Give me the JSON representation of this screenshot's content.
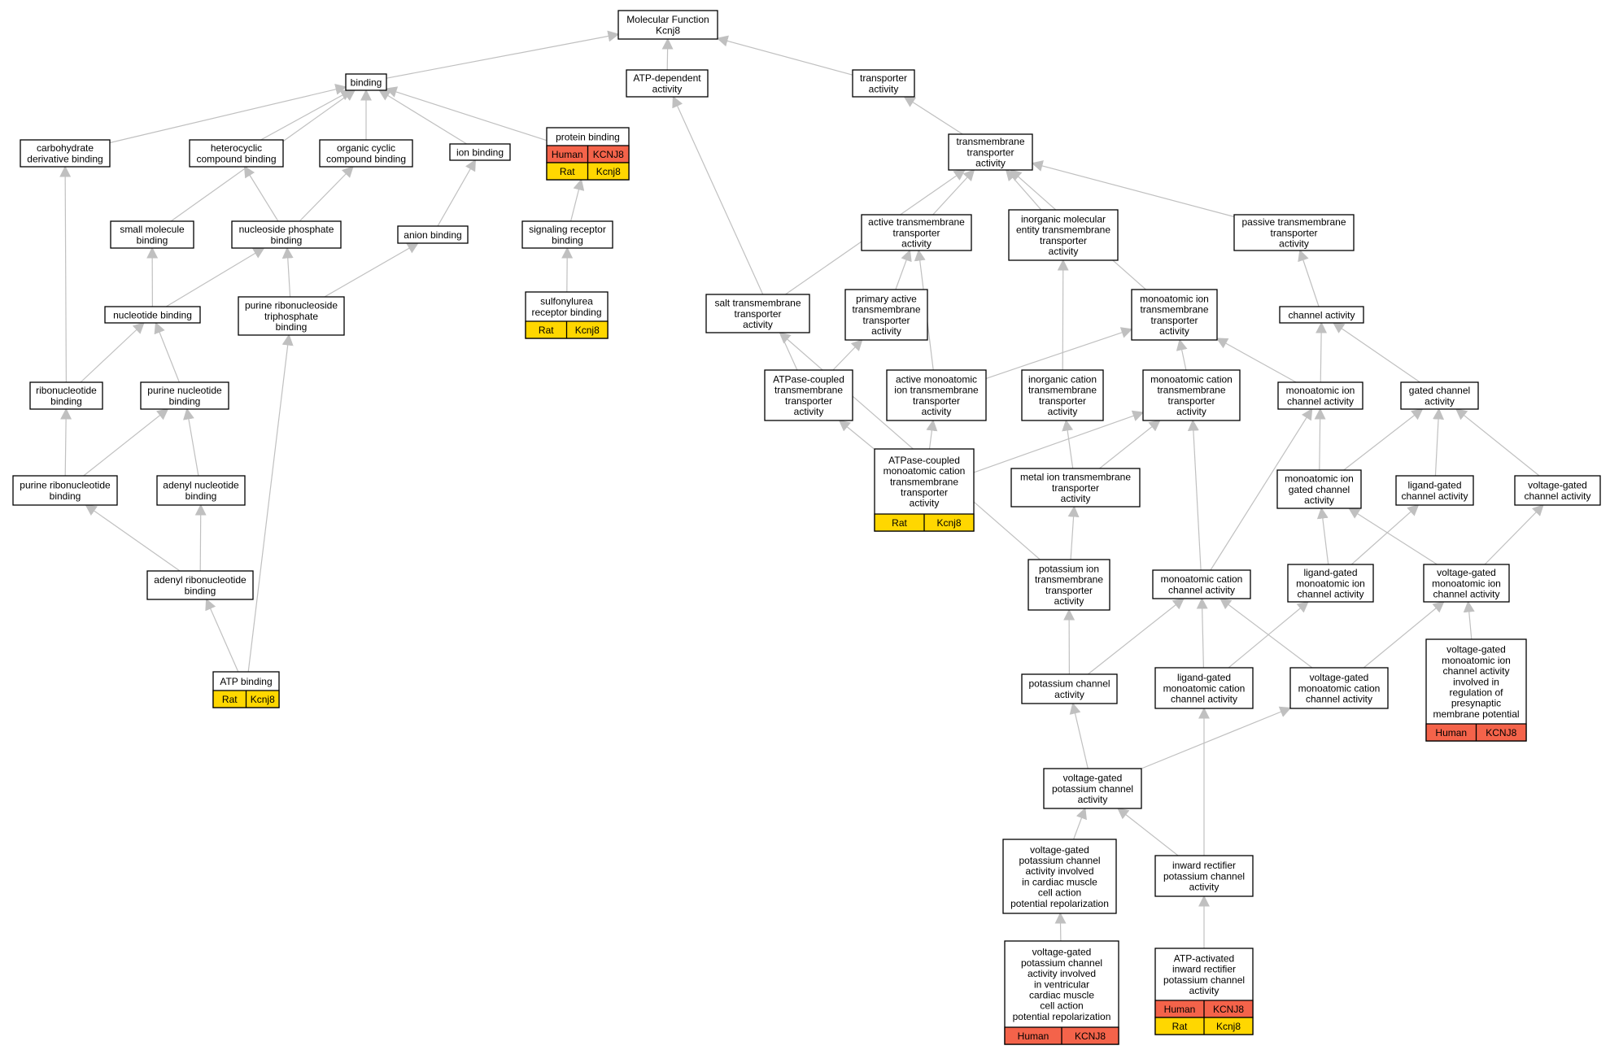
{
  "colors": {
    "edge": "#c0c0c0",
    "node_border": "#000000",
    "node_fill": "#ffffff",
    "human": "#f4634a",
    "rat": "#ffd700"
  },
  "nodes": [
    {
      "id": "mf",
      "lines": [
        "Molecular Function",
        "Kcnj8"
      ]
    },
    {
      "id": "binding",
      "lines": [
        "binding"
      ]
    },
    {
      "id": "atpdep",
      "lines": [
        "ATP-dependent",
        "activity"
      ]
    },
    {
      "id": "transporter",
      "lines": [
        "transporter",
        "activity"
      ]
    },
    {
      "id": "carb",
      "lines": [
        "carbohydrate",
        "derivative binding"
      ]
    },
    {
      "id": "hetero",
      "lines": [
        "heterocyclic",
        "compound binding"
      ]
    },
    {
      "id": "orgcyc",
      "lines": [
        "organic cyclic",
        "compound binding"
      ]
    },
    {
      "id": "ion",
      "lines": [
        "ion binding"
      ]
    },
    {
      "id": "protein",
      "lines": [
        "protein binding"
      ],
      "species": [
        [
          "Human",
          "KCNJ8"
        ],
        [
          "Rat",
          "Kcnj8"
        ]
      ]
    },
    {
      "id": "tmt",
      "lines": [
        "transmembrane",
        "transporter",
        "activity"
      ]
    },
    {
      "id": "smallmol",
      "lines": [
        "small molecule",
        "binding"
      ]
    },
    {
      "id": "nucphos",
      "lines": [
        "nucleoside phosphate",
        "binding"
      ]
    },
    {
      "id": "anion",
      "lines": [
        "anion binding"
      ]
    },
    {
      "id": "sigrec",
      "lines": [
        "signaling receptor",
        "binding"
      ]
    },
    {
      "id": "activetmt",
      "lines": [
        "active transmembrane",
        "transporter",
        "activity"
      ]
    },
    {
      "id": "inorgmol",
      "lines": [
        "inorganic molecular",
        "entity transmembrane",
        "transporter",
        "activity"
      ]
    },
    {
      "id": "passive",
      "lines": [
        "passive transmembrane",
        "transporter",
        "activity"
      ]
    },
    {
      "id": "nucleotide",
      "lines": [
        "nucleotide binding"
      ]
    },
    {
      "id": "purribotri",
      "lines": [
        "purine ribonucleoside",
        "triphosphate",
        "binding"
      ]
    },
    {
      "id": "sulfonyl",
      "lines": [
        "sulfonylurea",
        "receptor binding"
      ],
      "species": [
        [
          "Rat",
          "Kcnj8"
        ]
      ]
    },
    {
      "id": "salt",
      "lines": [
        "salt transmembrane",
        "transporter",
        "activity"
      ]
    },
    {
      "id": "primactive",
      "lines": [
        "primary active",
        "transmembrane",
        "transporter",
        "activity"
      ]
    },
    {
      "id": "monoiontmt",
      "lines": [
        "monoatomic ion",
        "transmembrane",
        "transporter",
        "activity"
      ]
    },
    {
      "id": "channel",
      "lines": [
        "channel activity"
      ]
    },
    {
      "id": "ribonuc",
      "lines": [
        "ribonucleotide",
        "binding"
      ]
    },
    {
      "id": "purinenuc",
      "lines": [
        "purine nucleotide",
        "binding"
      ]
    },
    {
      "id": "atpasecoupled",
      "lines": [
        "ATPase-coupled",
        "transmembrane",
        "transporter",
        "activity"
      ]
    },
    {
      "id": "activemono",
      "lines": [
        "active monoatomic",
        "ion transmembrane",
        "transporter",
        "activity"
      ]
    },
    {
      "id": "inorgcation",
      "lines": [
        "inorganic cation",
        "transmembrane",
        "transporter",
        "activity"
      ]
    },
    {
      "id": "monocationtmt",
      "lines": [
        "monoatomic cation",
        "transmembrane",
        "transporter",
        "activity"
      ]
    },
    {
      "id": "monoionchan",
      "lines": [
        "monoatomic ion",
        "channel activity"
      ]
    },
    {
      "id": "gated",
      "lines": [
        "gated channel",
        "activity"
      ]
    },
    {
      "id": "purribonuc",
      "lines": [
        "purine ribonucleotide",
        "binding"
      ]
    },
    {
      "id": "adenylnuc",
      "lines": [
        "adenyl nucleotide",
        "binding"
      ]
    },
    {
      "id": "atpasemono",
      "lines": [
        "ATPase-coupled",
        "monoatomic cation",
        "transmembrane",
        "transporter",
        "activity"
      ],
      "species": [
        [
          "Rat",
          "Kcnj8"
        ]
      ]
    },
    {
      "id": "metalion",
      "lines": [
        "metal ion transmembrane",
        "transporter",
        "activity"
      ]
    },
    {
      "id": "monoiongated",
      "lines": [
        "monoatomic ion",
        "gated channel",
        "activity"
      ]
    },
    {
      "id": "ligandgated",
      "lines": [
        "ligand-gated",
        "channel activity"
      ]
    },
    {
      "id": "voltagegated",
      "lines": [
        "voltage-gated",
        "channel activity"
      ]
    },
    {
      "id": "adenylribo",
      "lines": [
        "adenyl ribonucleotide",
        "binding"
      ]
    },
    {
      "id": "potassiumtmt",
      "lines": [
        "potassium ion",
        "transmembrane",
        "transporter",
        "activity"
      ]
    },
    {
      "id": "monocationchan",
      "lines": [
        "monoatomic cation",
        "channel activity"
      ]
    },
    {
      "id": "ligmonoion",
      "lines": [
        "ligand-gated",
        "monoatomic ion",
        "channel activity"
      ]
    },
    {
      "id": "voltmonoion",
      "lines": [
        "voltage-gated",
        "monoatomic ion",
        "channel activity"
      ]
    },
    {
      "id": "atpbinding",
      "lines": [
        "ATP binding"
      ],
      "species": [
        [
          "Rat",
          "Kcnj8"
        ]
      ]
    },
    {
      "id": "potchan",
      "lines": [
        "potassium channel",
        "activity"
      ]
    },
    {
      "id": "ligmonocation",
      "lines": [
        "ligand-gated",
        "monoatomic cation",
        "channel activity"
      ]
    },
    {
      "id": "voltmonocation",
      "lines": [
        "voltage-gated",
        "monoatomic cation",
        "channel activity"
      ]
    },
    {
      "id": "voltpresyn",
      "lines": [
        "voltage-gated",
        "monoatomic ion",
        "channel activity",
        "involved in",
        "regulation of",
        "presynaptic",
        "membrane potential"
      ],
      "species": [
        [
          "Human",
          "KCNJ8"
        ]
      ]
    },
    {
      "id": "voltpot",
      "lines": [
        "voltage-gated",
        "potassium channel",
        "activity"
      ]
    },
    {
      "id": "voltcardiac",
      "lines": [
        "voltage-gated",
        "potassium channel",
        "activity involved",
        "in cardiac muscle",
        "cell action",
        "potential repolarization"
      ]
    },
    {
      "id": "inwardrect",
      "lines": [
        "inward rectifier",
        "potassium channel",
        "activity"
      ]
    },
    {
      "id": "voltventricular",
      "lines": [
        "voltage-gated",
        "potassium channel",
        "activity involved",
        "in ventricular",
        "cardiac muscle",
        "cell action",
        "potential repolarization"
      ],
      "species": [
        [
          "Human",
          "KCNJ8"
        ]
      ]
    },
    {
      "id": "atpactivated",
      "lines": [
        "ATP-activated",
        "inward rectifier",
        "potassium channel",
        "activity"
      ],
      "species": [
        [
          "Human",
          "KCNJ8"
        ],
        [
          "Rat",
          "Kcnj8"
        ]
      ]
    }
  ],
  "edges": [
    [
      "binding",
      "mf"
    ],
    [
      "atpdep",
      "mf"
    ],
    [
      "transporter",
      "mf"
    ],
    [
      "carb",
      "binding"
    ],
    [
      "hetero",
      "binding"
    ],
    [
      "orgcyc",
      "binding"
    ],
    [
      "ion",
      "binding"
    ],
    [
      "protein",
      "binding"
    ],
    [
      "smallmol",
      "binding"
    ],
    [
      "tmt",
      "transporter"
    ],
    [
      "nucphos",
      "hetero"
    ],
    [
      "nucphos",
      "orgcyc"
    ],
    [
      "anion",
      "ion"
    ],
    [
      "sigrec",
      "protein"
    ],
    [
      "sulfonyl",
      "sigrec"
    ],
    [
      "activetmt",
      "tmt"
    ],
    [
      "inorgmol",
      "tmt"
    ],
    [
      "passive",
      "tmt"
    ],
    [
      "salt",
      "tmt"
    ],
    [
      "monoiontmt",
      "tmt"
    ],
    [
      "nucleotide",
      "smallmol"
    ],
    [
      "nucleotide",
      "nucphos"
    ],
    [
      "purribotri",
      "nucphos"
    ],
    [
      "purribotri",
      "anion"
    ],
    [
      "primactive",
      "activetmt"
    ],
    [
      "activemono",
      "activetmt"
    ],
    [
      "activemono",
      "monoiontmt"
    ],
    [
      "channel",
      "passive"
    ],
    [
      "ribonuc",
      "nucleotide"
    ],
    [
      "purinenuc",
      "nucleotide"
    ],
    [
      "ribonuc",
      "carb"
    ],
    [
      "atpasecoupled",
      "primactive"
    ],
    [
      "atpasecoupled",
      "atpdep"
    ],
    [
      "inorgcation",
      "inorgmol"
    ],
    [
      "monocationtmt",
      "monoiontmt"
    ],
    [
      "monoionchan",
      "monoiontmt"
    ],
    [
      "monoionchan",
      "channel"
    ],
    [
      "gated",
      "channel"
    ],
    [
      "purribonuc",
      "ribonuc"
    ],
    [
      "purribonuc",
      "purinenuc"
    ],
    [
      "adenylnuc",
      "purinenuc"
    ],
    [
      "atpasemono",
      "atpasecoupled"
    ],
    [
      "atpasemono",
      "activemono"
    ],
    [
      "atpasemono",
      "monocationtmt"
    ],
    [
      "metalion",
      "inorgcation"
    ],
    [
      "metalion",
      "monocationtmt"
    ],
    [
      "monoiongated",
      "monoionchan"
    ],
    [
      "monoiongated",
      "gated"
    ],
    [
      "ligandgated",
      "gated"
    ],
    [
      "voltagegated",
      "gated"
    ],
    [
      "adenylribo",
      "purribonuc"
    ],
    [
      "adenylribo",
      "adenylnuc"
    ],
    [
      "potassiumtmt",
      "metalion"
    ],
    [
      "potassiumtmt",
      "salt"
    ],
    [
      "monocationchan",
      "monocationtmt"
    ],
    [
      "monocationchan",
      "monoionchan"
    ],
    [
      "ligmonoion",
      "monoiongated"
    ],
    [
      "ligmonoion",
      "ligandgated"
    ],
    [
      "voltmonoion",
      "monoiongated"
    ],
    [
      "voltmonoion",
      "voltagegated"
    ],
    [
      "atpbinding",
      "adenylribo"
    ],
    [
      "atpbinding",
      "purribotri"
    ],
    [
      "potchan",
      "potassiumtmt"
    ],
    [
      "potchan",
      "monocationchan"
    ],
    [
      "ligmonocation",
      "monocationchan"
    ],
    [
      "ligmonocation",
      "ligmonoion"
    ],
    [
      "voltmonocation",
      "monocationchan"
    ],
    [
      "voltmonocation",
      "voltmonoion"
    ],
    [
      "voltpresyn",
      "voltmonoion"
    ],
    [
      "voltpot",
      "potchan"
    ],
    [
      "voltpot",
      "voltmonocation"
    ],
    [
      "voltcardiac",
      "voltpot"
    ],
    [
      "inwardrect",
      "voltpot"
    ],
    [
      "inwardrect",
      "ligmonocation"
    ],
    [
      "voltventricular",
      "voltcardiac"
    ],
    [
      "atpactivated",
      "inwardrect"
    ]
  ]
}
